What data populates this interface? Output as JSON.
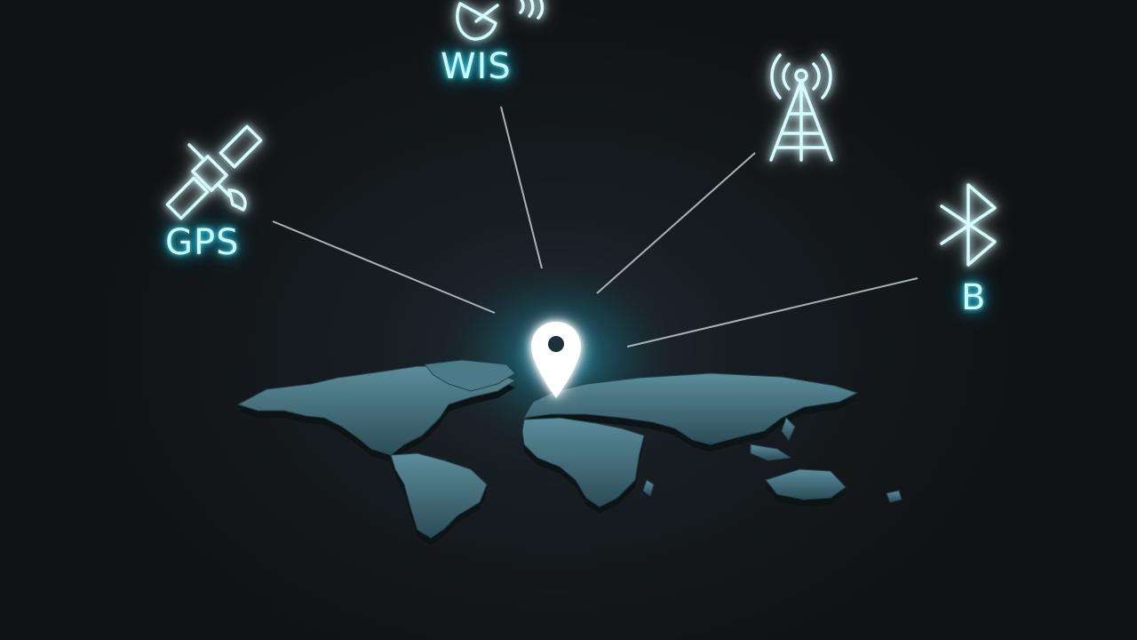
{
  "labels": {
    "gps": "GPS",
    "wis": "WIS",
    "b": "B"
  },
  "icons": {
    "gps": "satellite-icon",
    "wis": "satellite-dish-icon",
    "cell": "cell-tower-icon",
    "bluetooth": "bluetooth-icon",
    "pin": "location-pin-icon"
  },
  "colors": {
    "background": "#14191c",
    "glow": "#4fe3f5",
    "icon_stroke": "#d6fdff",
    "map": "#3d6a78",
    "connector": "#9aa7ad"
  }
}
